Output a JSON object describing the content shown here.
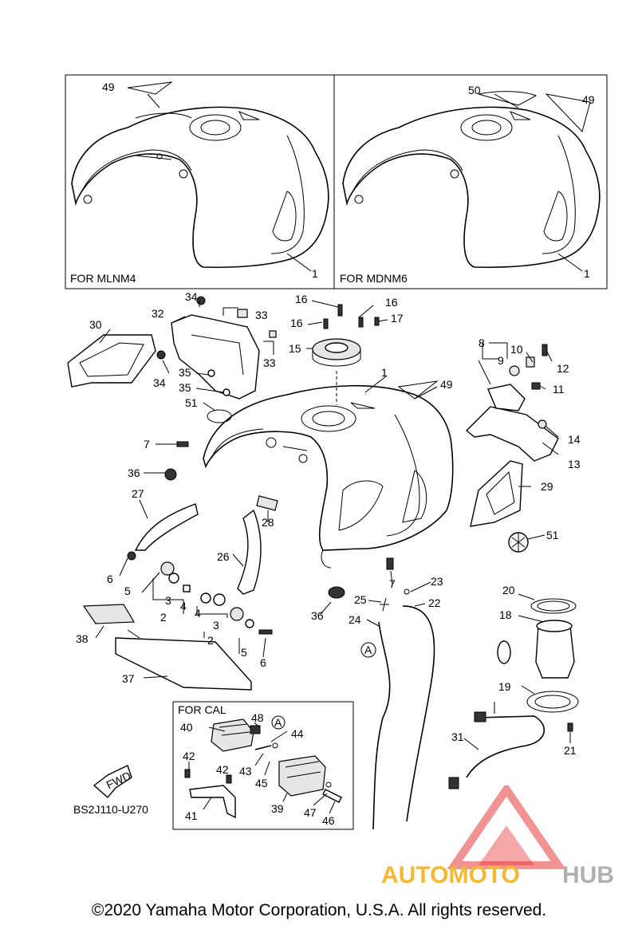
{
  "variants": [
    {
      "label": "FOR MLNM4"
    },
    {
      "label": "FOR MDNM6"
    }
  ],
  "cal_box": {
    "label": "FOR CAL"
  },
  "fwd_label": "FWD",
  "ref_a": "A",
  "diagram_code": "BS2J110-U270",
  "watermark": {
    "part1": "AUTOMOTO",
    "part2": "HUB",
    "color1": "#f5b830",
    "color2": "#b0b0b0",
    "accent": "#e83a3a"
  },
  "copyright": "©2020 Yamaha Motor Corporation, U.S.A. All rights reserved.",
  "callouts": {
    "c1": "49",
    "c2": "1",
    "c3": "50",
    "c4": "49",
    "c5": "1",
    "c6": "34",
    "c7": "32",
    "c8": "33",
    "c9": "33",
    "c10": "30",
    "c11": "34",
    "c12": "35",
    "c13": "35",
    "c14": "51",
    "c15": "16",
    "c16": "16",
    "c17": "16",
    "c18": "17",
    "c19": "15",
    "c20": "1",
    "c21": "49",
    "c22": "8",
    "c23": "10",
    "c24": "9",
    "c25": "12",
    "c26": "11",
    "c27": "14",
    "c28": "13",
    "c29": "7",
    "c30": "36",
    "c31": "27",
    "c32": "28",
    "c33": "26",
    "c34": "29",
    "c35": "51",
    "c36": "6",
    "c37": "5",
    "c38": "3",
    "c39": "4",
    "c40": "2",
    "c41": "4",
    "c42": "3",
    "c43": "2",
    "c44": "5",
    "c45": "6",
    "c46": "38",
    "c47": "37",
    "c48": "36",
    "c49": "7",
    "c50": "25",
    "c51": "23",
    "c52": "24",
    "c53": "22",
    "c54": "20",
    "c55": "18",
    "c56": "19",
    "c57": "21",
    "c58": "31",
    "c59": "40",
    "c60": "48",
    "c61": "44",
    "c62": "42",
    "c63": "42",
    "c64": "43",
    "c65": "45",
    "c66": "41",
    "c67": "39",
    "c68": "47",
    "c69": "46"
  }
}
